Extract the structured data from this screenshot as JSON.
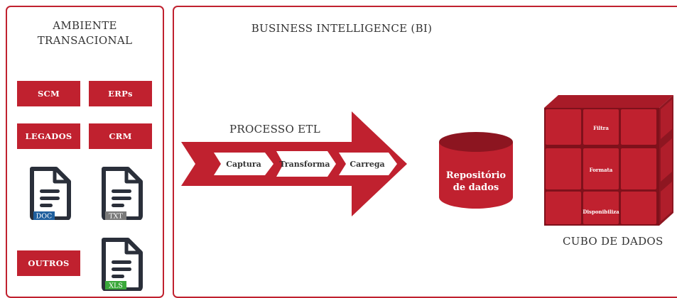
{
  "left_panel": {
    "title_line1": "AMBIENTE",
    "title_line2": "TRANSACIONAL",
    "systems": [
      "SCM",
      "ERPs",
      "LEGADOS",
      "CRM",
      "OUTROS"
    ],
    "files": [
      {
        "label": "DOC",
        "color": "#1f5f9e"
      },
      {
        "label": "TXT",
        "color": "#7a7a7a"
      },
      {
        "label": "XLS",
        "color": "#3aa83a"
      }
    ]
  },
  "right_panel": {
    "title": "BUSINESS INTELLIGENCE (BI)",
    "etl": {
      "title": "PROCESSO ETL",
      "steps": [
        "Captura",
        "Transforma",
        "Carrega"
      ]
    },
    "repository": {
      "line1": "Repositório",
      "line2": "de dados"
    },
    "cube": {
      "labels": [
        "Filtra",
        "Formata",
        "Disponibiliza"
      ],
      "caption": "CUBO DE DADOS"
    }
  },
  "colors": {
    "accent": "#c0212f",
    "dark": "#2a2f3a"
  }
}
